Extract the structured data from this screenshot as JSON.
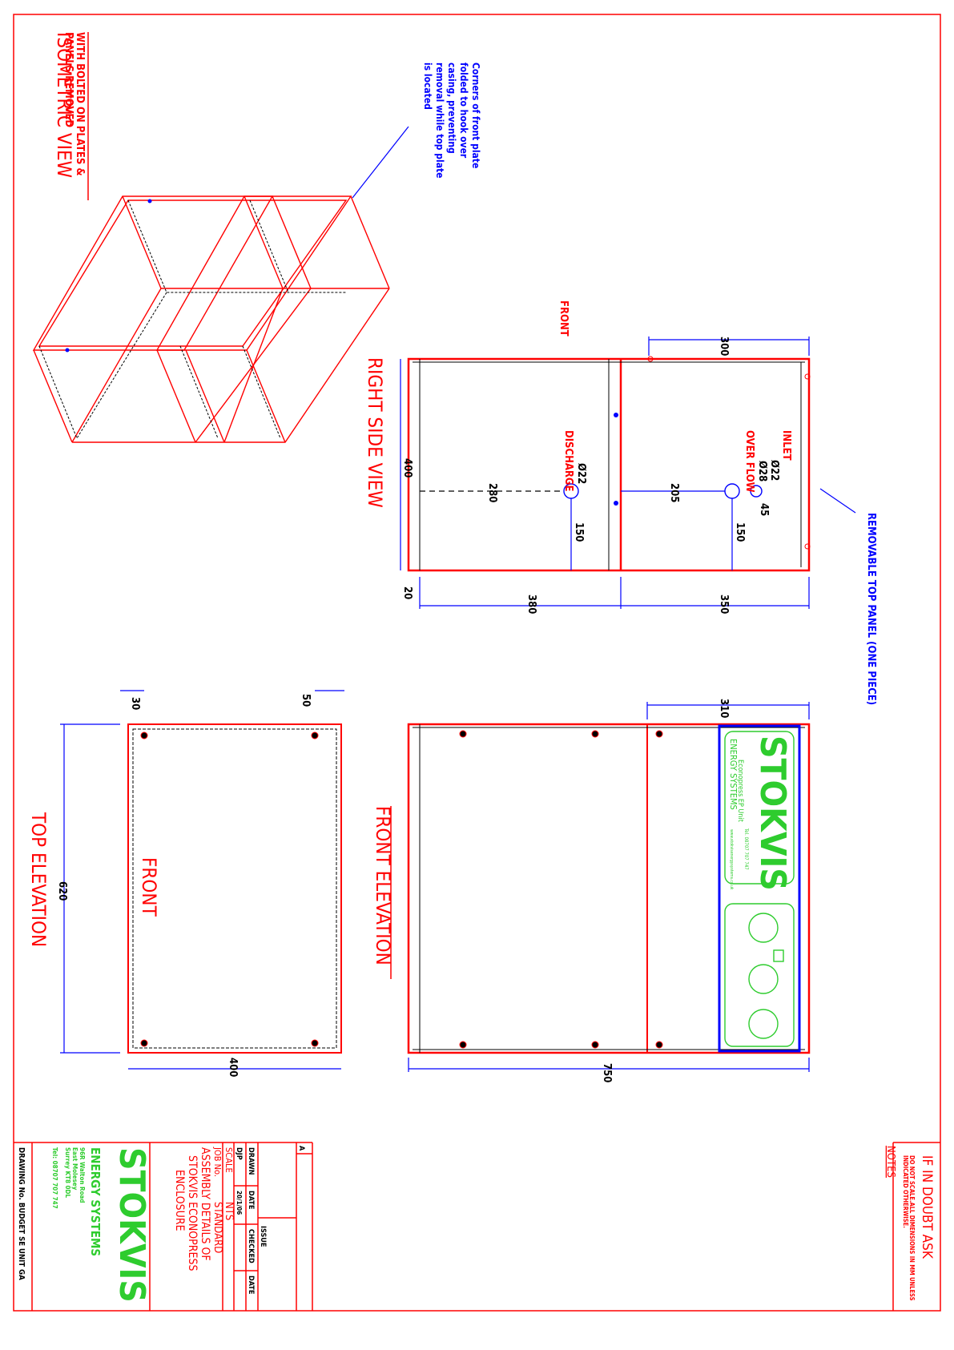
{
  "colors": {
    "red": "#ff0000",
    "blue": "#0000ff",
    "green": "#2ecc2e",
    "black": "#000000"
  },
  "isometric": {
    "title": "ISOMETRIC VIEW",
    "subtitle1": "WITH BOLTED ON PLATES &",
    "subtitle2": "PANELS REMOVED",
    "note": [
      "Corners of front plate",
      "folded to hook over",
      "casing, preventing",
      "removal while top plate",
      "is located"
    ]
  },
  "right_side": {
    "title": "RIGHT SIDE VIEW",
    "front": "FRONT",
    "inlet": "INLET",
    "inlet_dia": "Ø22",
    "overflow_dia": "Ø28",
    "overflow": "OVER FLOW",
    "discharge_dia": "Ø22",
    "discharge": "DISCHARGE",
    "dims": {
      "d300": "300",
      "d400": "400",
      "d20": "20",
      "d380": "380",
      "d350": "350",
      "d205": "205",
      "d280": "280",
      "d150a": "150",
      "d150b": "150",
      "d45": "45"
    },
    "removable": "REMOVABLE TOP PANEL (ONE PIECE)"
  },
  "front_elev": {
    "title": "FRONT ELEVATION",
    "d310": "310",
    "d750": "750",
    "brand": "STOKVIS",
    "brand_sub": "ENERGY SYSTEMS",
    "unit": "Econopress EP Unit",
    "web": "www.stokvisenergysystems.co.uk",
    "tel": "Tel. 08707 707 747"
  },
  "top_elev": {
    "title": "TOP ELEVATION",
    "front": "FRONT",
    "d30": "30",
    "d50": "50",
    "d620": "620",
    "d400": "400"
  },
  "notes": {
    "header": "IF IN DOUBT ASK",
    "line1": "DO NOT SCALE.ALL DIMENSIONS IN MM UNLESS",
    "line2": "INDICATED OTHERWISE.",
    "title": "NOTES"
  },
  "titleblock": {
    "rev": "A",
    "issue": "ISSUE",
    "drawn": "DRAWN",
    "date": "DATE",
    "checked": "CHECKED",
    "date2": "DATE",
    "drawn_by": "DJP",
    "drawn_date": "20/1/06",
    "scale_label": "SCALE",
    "scale": "NTS",
    "job_label": "JOB No.",
    "job": "STANDARD",
    "t1": "ASSEMBLY DETAILS OF",
    "t2": "STOKVIS ECONOPRESS",
    "t3": "ENCLOSURE",
    "brand": "STOKVIS",
    "brand_sub": "ENERGY SYSTEMS",
    "addr1": "96R Walton Road",
    "addr2": "East Molesey",
    "addr3": "Surrey KT8 0DL",
    "tel": "Tel: 08707 707 747",
    "drawing_no": "DRAWING No. BUDGET SE UNIT GA"
  }
}
